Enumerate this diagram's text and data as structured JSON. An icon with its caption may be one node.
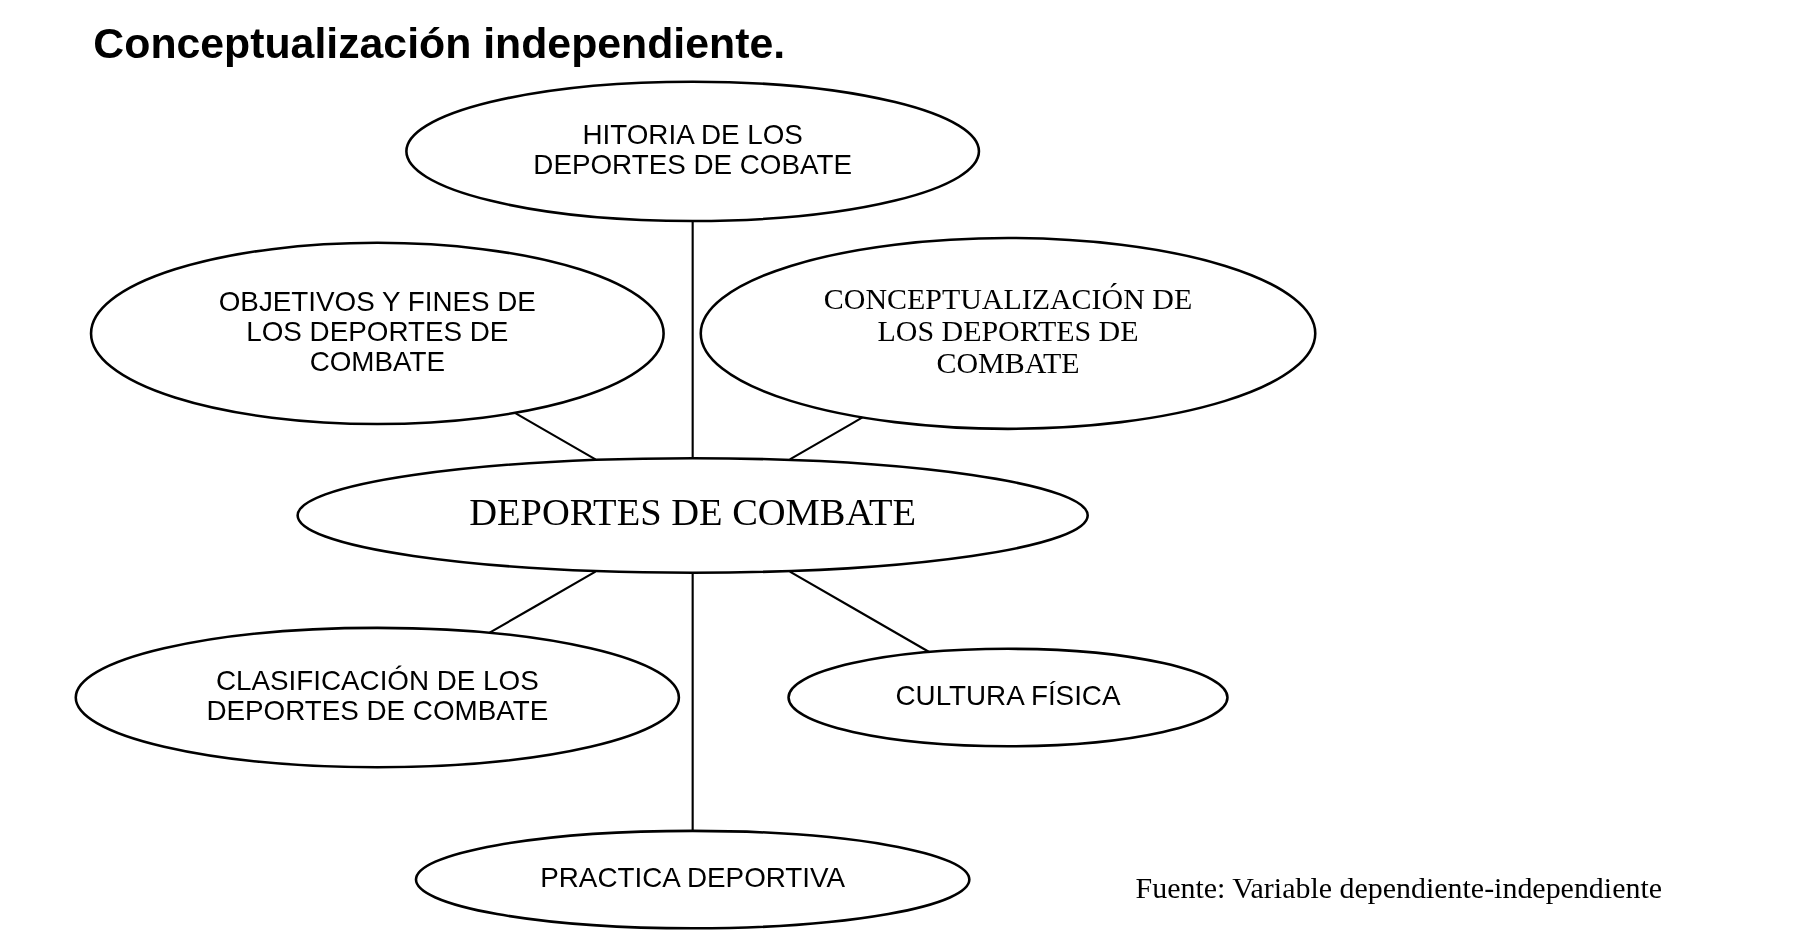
{
  "diagram": {
    "title": "Conceptualización independiente.",
    "nodes": [
      {
        "text": [
          "DEPORTES DE COMBATE"
        ]
      },
      {
        "text": [
          "CONCEPTUALIZACIÓN DE LOS DEPORTES DE COMBATE"
        ]
      },
      {
        "text": [
          "HITORIA DE LOS DEPORTES DE COBATE"
        ]
      },
      {
        "text": [
          "OBJETIVOS Y FINES DE LOS DEPORTES DE COMBATE"
        ]
      },
      {
        "text": [
          "CLASIFICACIÓN DE LOS DEPORTES DE COMBATE"
        ]
      },
      {
        "text": [
          "PRACTICA DEPORTIVA"
        ]
      },
      {
        "text": [
          "CULTURA FÍSICA"
        ]
      }
    ],
    "edges": [
      {
        "from": 0,
        "to": 1,
        "arrow": "none"
      },
      {
        "from": 0,
        "to": 2,
        "arrow": "none"
      },
      {
        "from": 0,
        "to": 3,
        "arrow": "none"
      },
      {
        "from": 0,
        "to": 4,
        "arrow": "none"
      },
      {
        "from": 0,
        "to": 5,
        "arrow": "none"
      },
      {
        "from": 0,
        "to": 6,
        "arrow": "none"
      }
    ],
    "labels": [
      "Fuente: Variable dependiente-independiente"
    ]
  }
}
